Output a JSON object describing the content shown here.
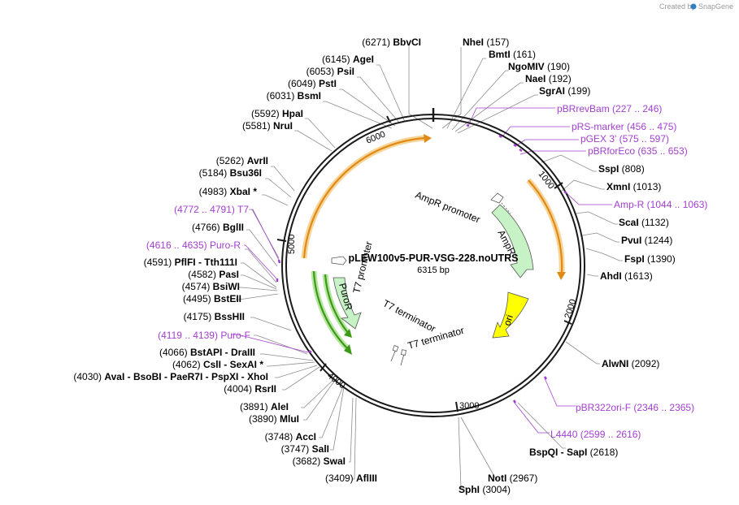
{
  "credit": {
    "text": "Created by",
    "brand": "SnapGene"
  },
  "plasmid": {
    "name": "pLEW100v5-PUR-VSG-228.noUTRS",
    "length_label": "6315 bp",
    "total_bp": 6315
  },
  "ticks": [
    "1000",
    "2000",
    "3000",
    "4000",
    "5000",
    "6000"
  ],
  "sites": [
    {
      "pos": "(6271)",
      "name": "BbvCI"
    },
    {
      "pos": "(6145)",
      "name": "AgeI"
    },
    {
      "pos": "(6053)",
      "name": "PsiI"
    },
    {
      "pos": "(6049)",
      "name": "PstI"
    },
    {
      "pos": "(6031)",
      "name": "BsmI"
    },
    {
      "pos": "(5592)",
      "name": "HpaI"
    },
    {
      "pos": "(5581)",
      "name": "NruI"
    },
    {
      "pos": "(5262)",
      "name": "AvrII"
    },
    {
      "pos": "(5184)",
      "name": "Bsu36I"
    },
    {
      "pos": "(4983)",
      "name": "XbaI *"
    },
    {
      "pos": "(4766)",
      "name": "BglII"
    },
    {
      "pos": "(4591)",
      "name": "PflFI - Tth111I"
    },
    {
      "pos": "(4582)",
      "name": "PasI"
    },
    {
      "pos": "(4574)",
      "name": "BsiWI"
    },
    {
      "pos": "(4495)",
      "name": "BstEII"
    },
    {
      "pos": "(4175)",
      "name": "BssHII"
    },
    {
      "pos": "(4066)",
      "name": "BstAPI - DraIII"
    },
    {
      "pos": "(4062)",
      "name": "CslI - SexAI *"
    },
    {
      "pos": "(4030)",
      "name": "AvaI - BsoBI - PaeR7I - PspXI - XhoI"
    },
    {
      "pos": "(4004)",
      "name": "RsrII"
    },
    {
      "pos": "(3891)",
      "name": "AleI"
    },
    {
      "pos": "(3890)",
      "name": "MluI"
    },
    {
      "pos": "(3748)",
      "name": "AccI"
    },
    {
      "pos": "(3747)",
      "name": "SalI"
    },
    {
      "pos": "(3682)",
      "name": "SwaI"
    },
    {
      "pos": "(3409)",
      "name": "AflIII"
    },
    {
      "pos": "(157)",
      "name": "NheI"
    },
    {
      "pos": "(161)",
      "name": "BmtI"
    },
    {
      "pos": "(190)",
      "name": "NgoMIV"
    },
    {
      "pos": "(192)",
      "name": "NaeI"
    },
    {
      "pos": "(199)",
      "name": "SgrAI"
    },
    {
      "pos": "(808)",
      "name": "SspI"
    },
    {
      "pos": "(1013)",
      "name": "XmnI"
    },
    {
      "pos": "(1132)",
      "name": "ScaI"
    },
    {
      "pos": "(1244)",
      "name": "PvuI"
    },
    {
      "pos": "(1390)",
      "name": "FspI"
    },
    {
      "pos": "(1613)",
      "name": "AhdI"
    },
    {
      "pos": "(2092)",
      "name": "AlwNI"
    },
    {
      "pos": "(2618)",
      "name": "BspQI - SapI"
    },
    {
      "pos": "(2967)",
      "name": "NotI"
    },
    {
      "pos": "(3004)",
      "name": "SphI"
    }
  ],
  "primers": [
    {
      "name": "T7",
      "range": "(4772 .. 4791)"
    },
    {
      "name": "Puro-R",
      "range": "(4616 .. 4635)"
    },
    {
      "name": "Puro-F",
      "range": "(4119 .. 4139)"
    },
    {
      "name": "pBRrevBam",
      "range": "(227 .. 246)"
    },
    {
      "name": "pRS-marker",
      "range": "(456 .. 475)"
    },
    {
      "name": "pGEX 3'",
      "range": "(575 .. 597)"
    },
    {
      "name": "pBRforEco",
      "range": "(635 .. 653)"
    },
    {
      "name": "Amp-R",
      "range": "(1044 .. 1063)"
    },
    {
      "name": "pBR322ori-F",
      "range": "(2346 .. 2365)"
    },
    {
      "name": "L4440",
      "range": "(2599 .. 2616)"
    }
  ],
  "features": [
    {
      "name": "AmpR promoter"
    },
    {
      "name": "AmpR"
    },
    {
      "name": "ori"
    },
    {
      "name": "T7 promoter"
    },
    {
      "name": "PuroR"
    },
    {
      "name": "T7 terminator"
    },
    {
      "name": "T7 terminator"
    }
  ],
  "colors": {
    "enzyme_text": "#000000",
    "primer_text": "#a23fd0",
    "backbone": "#1a1a1a",
    "orange_arrow": "#e08a14",
    "orange_glow": "#f7d59a",
    "green_arrow": "#3c9a18",
    "green_glow": "#b7e6a0",
    "ampr_fill": "#c6f2c6",
    "ori_fill": "#ffff00",
    "leader_line": "#8c8c8c"
  }
}
